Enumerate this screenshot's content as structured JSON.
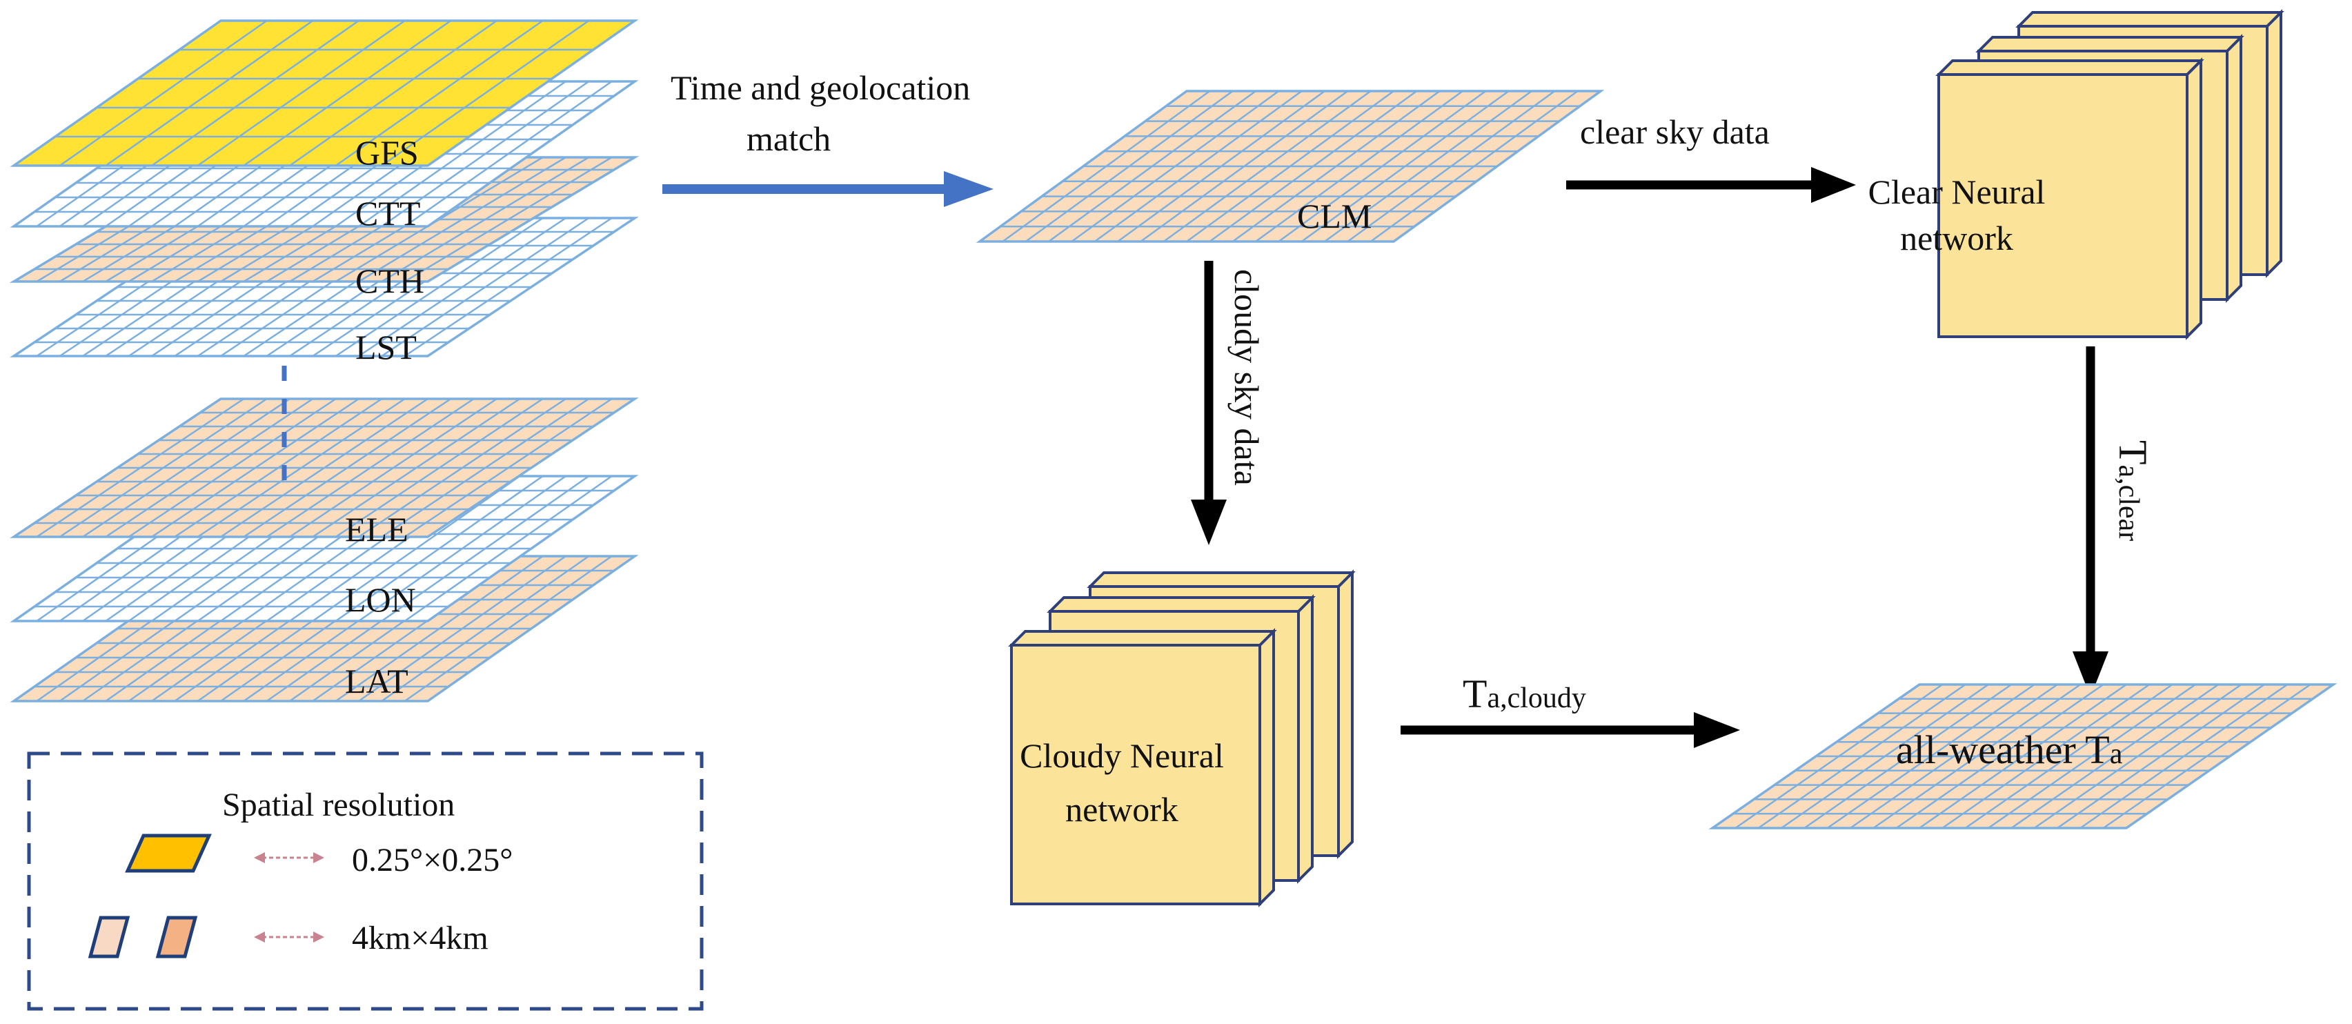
{
  "layers": [
    {
      "label": "GFS",
      "fill": "#FFE233"
    },
    {
      "label": "CTT",
      "fill": "#FFFFFF"
    },
    {
      "label": "CTH",
      "fill": "#FBDDBE"
    },
    {
      "label": "LST",
      "fill": "#FFFFFF"
    },
    {
      "label": "ELE",
      "fill": "#FBDDBE"
    },
    {
      "label": "LON",
      "fill": "#FFFFFF"
    },
    {
      "label": "LAT",
      "fill": "#FBDDBE"
    }
  ],
  "flow": {
    "match_label_line1": "Time and geolocation",
    "match_label_line2": "match",
    "clm_label": "CLM",
    "clear_label": "clear sky data",
    "cloudy_label": "cloudy sky data",
    "clear_nn_line1": "Clear Neural",
    "clear_nn_line2": "network",
    "cloudy_nn_line1": "Cloudy Neural",
    "cloudy_nn_line2": "network",
    "ta_clear_main": "T",
    "ta_clear_sub": "a,clear",
    "ta_cloudy_main": "T",
    "ta_cloudy_sub": "a,cloudy",
    "output_label_main": "all-weather T",
    "output_label_sub": "a"
  },
  "legend": {
    "title": "Spatial resolution",
    "coarse": "0.25°×0.25°",
    "fine": "4km×4km"
  },
  "colors": {
    "grid_line": "#7BAFE0",
    "peach": "#FBDDBE",
    "yellow": "#FFE233",
    "box_fill": "#FBE49A",
    "box_border": "#2F3F7A",
    "blue_arrow": "#4472C4",
    "legend_gold": "#FFC000",
    "legend_peach_light": "#F8D9C4",
    "legend_peach_dark": "#F4B183",
    "legend_arrow": "#C9828F"
  }
}
